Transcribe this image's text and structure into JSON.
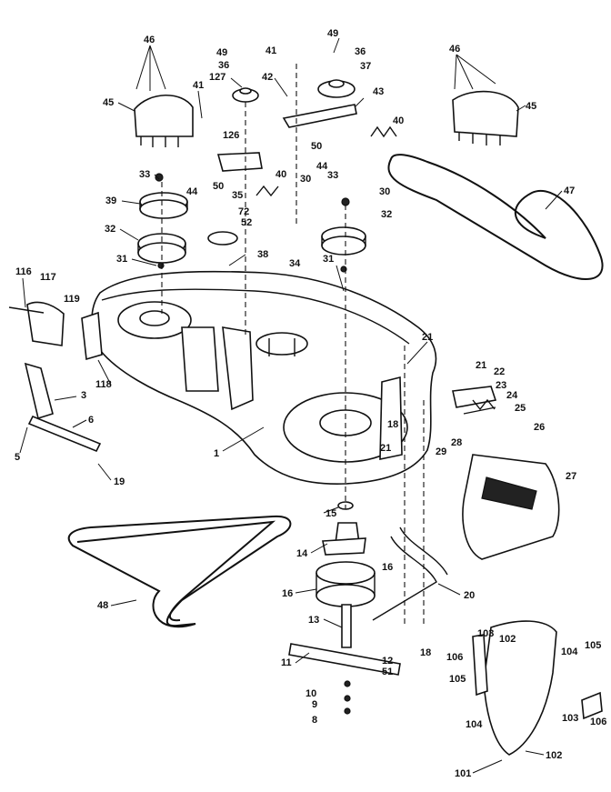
{
  "callouts": [
    "46",
    "45",
    "41",
    "49",
    "36",
    "127",
    "42",
    "41",
    "49",
    "36",
    "37",
    "43",
    "40",
    "46",
    "45",
    "126",
    "33",
    "50",
    "40",
    "50",
    "44",
    "44",
    "39",
    "35",
    "72",
    "52",
    "30",
    "33",
    "30",
    "32",
    "32",
    "31",
    "38",
    "34",
    "31",
    "47",
    "116",
    "117",
    "119",
    "118",
    "3",
    "6",
    "5",
    "19",
    "1",
    "21",
    "18",
    "21",
    "21",
    "22",
    "23",
    "24",
    "25",
    "26",
    "28",
    "29",
    "27",
    "15",
    "14",
    "16",
    "16",
    "20",
    "18",
    "13",
    "12",
    "11",
    "51",
    "10",
    "9",
    "8",
    "48",
    "103",
    "102",
    "106",
    "105",
    "104",
    "105",
    "104",
    "103",
    "106",
    "101",
    "102"
  ]
}
